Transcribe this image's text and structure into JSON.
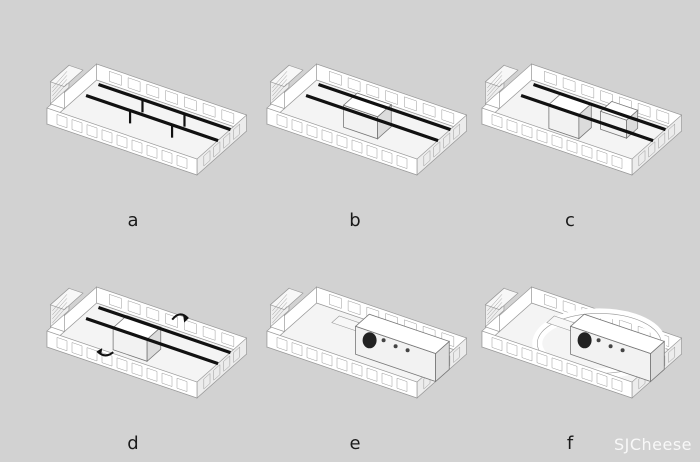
{
  "panels": [
    {
      "id": "a",
      "label": "a",
      "variant": "beams"
    },
    {
      "id": "b",
      "label": "b",
      "variant": "slab"
    },
    {
      "id": "c",
      "label": "c",
      "variant": "cubes"
    },
    {
      "id": "d",
      "label": "d",
      "variant": "rotate"
    },
    {
      "id": "e",
      "label": "e",
      "variant": "cantilever"
    },
    {
      "id": "f",
      "label": "f",
      "variant": "ring"
    }
  ],
  "watermark": "SJCheese",
  "colors": {
    "background": "#d2d2d2",
    "building": "#ffffff",
    "line": "#9a9a9a",
    "beam": "#111111"
  }
}
